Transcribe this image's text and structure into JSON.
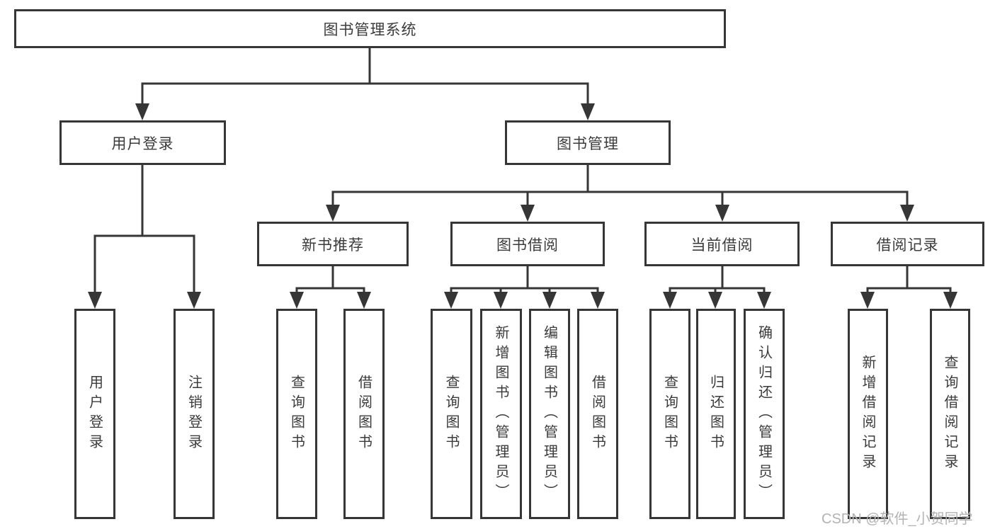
{
  "tree": {
    "root": {
      "label": "图书管理系统"
    },
    "branches": [
      {
        "label": "用户登录",
        "children": [
          {
            "label": "用户登录"
          },
          {
            "label": "注销登录"
          }
        ]
      },
      {
        "label": "图书管理",
        "children": [
          {
            "label": "新书推荐",
            "children": [
              {
                "label": "查询图书"
              },
              {
                "label": "借阅图书"
              }
            ]
          },
          {
            "label": "图书借阅",
            "children": [
              {
                "label": "查询图书"
              },
              {
                "label": "新增图书（管理员）"
              },
              {
                "label": "编辑图书（管理员）"
              },
              {
                "label": "借阅图书"
              }
            ]
          },
          {
            "label": "当前借阅",
            "children": [
              {
                "label": "查询图书"
              },
              {
                "label": "归还图书"
              },
              {
                "label": "确认归还（管理员）"
              }
            ]
          },
          {
            "label": "借阅记录",
            "children": [
              {
                "label": "新增借阅记录"
              },
              {
                "label": "查询借阅记录"
              }
            ]
          }
        ]
      }
    ]
  },
  "watermark": "CSDN @软件_小贺同学",
  "colors": {
    "line": "#363636",
    "text": "#3b3b3b",
    "box_background": "#ffffff",
    "page_background": "#ffffff",
    "watermark": "#b3b3b3"
  }
}
